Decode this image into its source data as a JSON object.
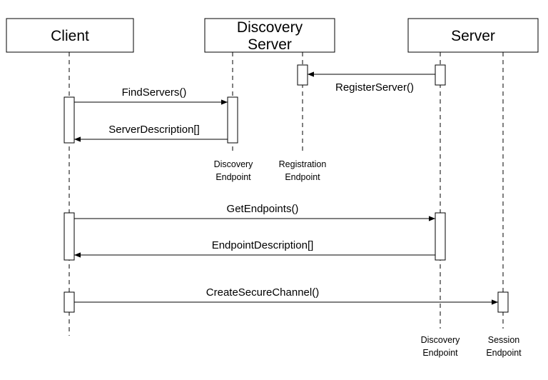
{
  "actors": {
    "client": {
      "label": "Client"
    },
    "discovery_server": {
      "label_line1": "Discovery",
      "label_line2": "Server"
    },
    "server": {
      "label": "Server"
    }
  },
  "messages": {
    "find_servers": "FindServers()",
    "server_description": "ServerDescription[]",
    "register_server": "RegisterServer()",
    "get_endpoints": "GetEndpoints()",
    "endpoint_description": "EndpointDescription[]",
    "create_secure_channel": "CreateSecureChannel()"
  },
  "endpoints": {
    "discovery_endpoint_1": {
      "line1": "Discovery",
      "line2": "Endpoint"
    },
    "registration_endpoint": {
      "line1": "Registration",
      "line2": "Endpoint"
    },
    "discovery_endpoint_2": {
      "line1": "Discovery",
      "line2": "Endpoint"
    },
    "session_endpoint": {
      "line1": "Session",
      "line2": "Endpoint"
    }
  }
}
